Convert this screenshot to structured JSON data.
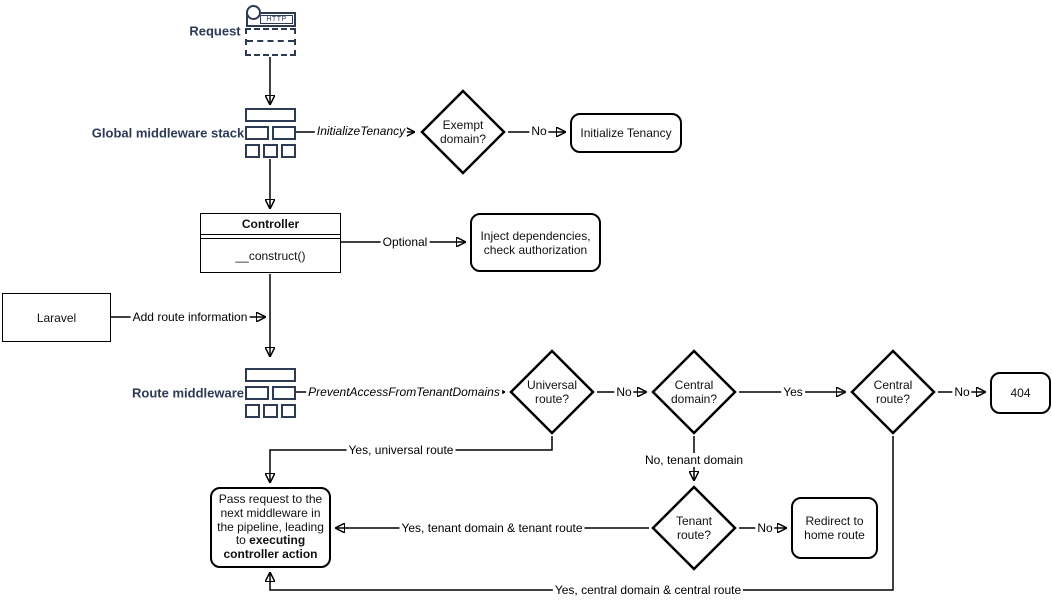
{
  "flow": {
    "request_label": "Request",
    "global_middleware_label": "Global middleware stack",
    "route_middleware_label": "Route middleware",
    "http_icon_label": "HTTP",
    "nodes": {
      "exempt_domain": "Exempt domain?",
      "initialize_tenancy": "Initialize Tenancy",
      "controller_title": "Controller",
      "controller_method": "__construct()",
      "inject_dependencies": "Inject dependencies, check authorization",
      "laravel": "Laravel",
      "universal_route": "Universal route?",
      "central_domain": "Central domain?",
      "central_route": "Central route?",
      "not_found": "404",
      "tenant_route": "Tenant route?",
      "redirect_home": "Redirect to home route",
      "pass_request_text": "Pass request to the next middleware in the pipeline, leading to ",
      "pass_request_bold": "executing controller action"
    },
    "edge_labels": {
      "initialize_tenancy_middleware": "InitializeTenancy",
      "no_exempt": "No",
      "optional": "Optional",
      "add_route_information": "Add route information",
      "prevent_access": "PreventAccessFromTenantDomains",
      "no_universal": "No",
      "yes_central_domain": "Yes",
      "no_central_route": "No",
      "yes_universal_route": "Yes, universal route",
      "no_tenant_domain": "No, tenant domain",
      "no_tenant_route": "No",
      "yes_tenant": "Yes, tenant domain & tenant route",
      "yes_central": "Yes, central domain & central route"
    },
    "colors": {
      "label_navy": "#2c3a54",
      "shape_stroke": "#000000",
      "background": "#ffffff"
    }
  }
}
